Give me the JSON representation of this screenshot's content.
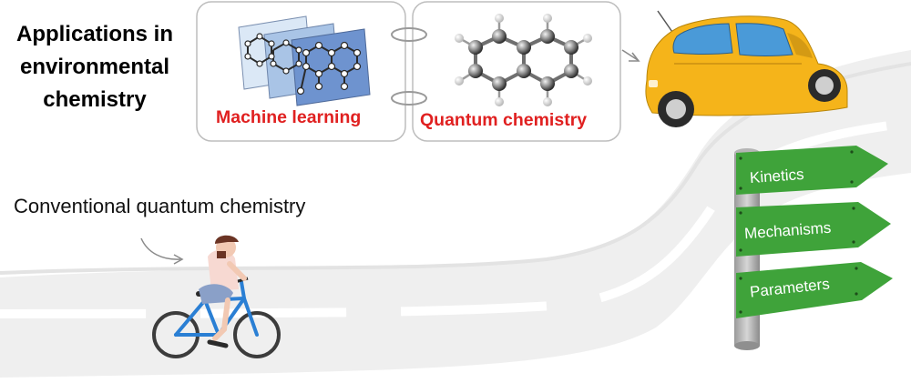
{
  "title_lines": [
    "Applications in",
    "environmental",
    "chemistry"
  ],
  "panels": {
    "machine_learning": "Machine learning",
    "quantum_chemistry": "Quantum chemistry"
  },
  "conventional_label": "Conventional quantum chemistry",
  "signposts": [
    "Kinetics",
    "Mechanisms",
    "Parameters"
  ],
  "icons": [
    "molecular-network-layers-icon",
    "naphthalene-molecule-icon",
    "car-icon",
    "cyclist-icon",
    "signpost-icon"
  ],
  "colors": {
    "panel_label": "#e02020",
    "sign_green": "#3fa33a",
    "car_yellow": "#f5b41a",
    "bike_blue": "#2a7fd4",
    "road": "#efefef"
  }
}
